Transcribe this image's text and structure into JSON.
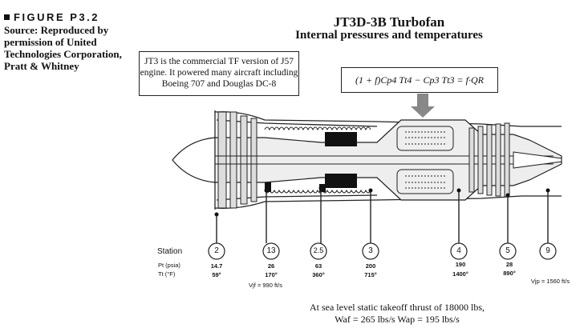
{
  "figure": {
    "label": "FIGURE P3.2",
    "source": "Source: Reproduced by permission of United Technologies Corporation, Pratt & Whitney"
  },
  "title": {
    "line1": "JT3D-3B Turbofan",
    "line2": "Internal pressures and temperatures"
  },
  "note": "JT3 is the commercial TF version of J57 engine.  It powered many aircraft including Boeing 707 and Douglas DC-8",
  "equation": "(1 + f)Cp4 Tt4 − Cp3 Tt3 = f·QR",
  "stations": {
    "header": "Station",
    "pt_label": "Pt (psia)",
    "tt_label": "Tt (°F)",
    "list": [
      {
        "id": "2",
        "pt": "14.7",
        "tt": "59°"
      },
      {
        "id": "13",
        "pt": "26",
        "tt": "170°"
      },
      {
        "id": "2.5",
        "pt": "63",
        "tt": "360°"
      },
      {
        "id": "3",
        "pt": "200",
        "tt": "715°"
      },
      {
        "id": "4",
        "pt": "190",
        "tt": "1400°"
      },
      {
        "id": "5",
        "pt": "28",
        "tt": "890°"
      },
      {
        "id": "9",
        "pt": "",
        "tt": ""
      }
    ]
  },
  "velocities": {
    "fan": "Vjf = 990 ft/s",
    "primary": "Vjp = 1560 ft/s"
  },
  "bottom": {
    "line1": "At sea level static takeoff thrust of 18000 lbs,",
    "line2": "Waf = 265 lbs/s  Wap = 195 lbs/s"
  }
}
